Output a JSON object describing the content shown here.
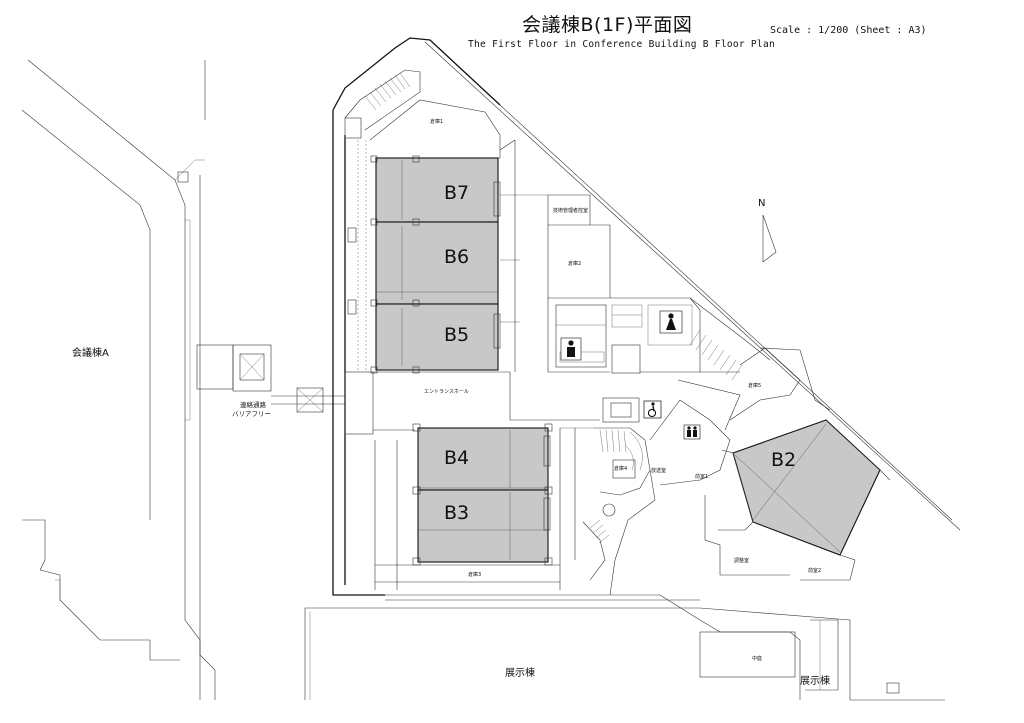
{
  "header": {
    "title": "会議棟B(1F)平面図",
    "scale": "Scale : 1/200 (Sheet : A3)",
    "subtitle": "The First Floor in Conference Building B Floor Plan"
  },
  "rooms": {
    "b7": "B7",
    "b6": "B6",
    "b5": "B5",
    "b4": "B4",
    "b3": "B3",
    "b2": "B2"
  },
  "labels": {
    "storage1": "倉庫1",
    "storage2": "倉庫2",
    "storage3": "倉庫3",
    "storage4": "倉庫4",
    "storage5": "倉庫5",
    "tech_office": "技術管理者控室",
    "entrance_hall": "エントランスホール",
    "broadcast_room": "放送室",
    "anteroom1": "前室1",
    "anteroom2": "前室2",
    "control_room": "調整室",
    "courtyard": "中庭",
    "connecting_passage": "連絡通路",
    "barrier_free": "バリアフリー",
    "building_a": "会議棟A",
    "exhibition_bottom": "展示棟",
    "exhibition_right": "展示棟",
    "north": "N"
  },
  "icons": {
    "female": "female-restroom-icon",
    "male": "male-restroom-icon",
    "wheelchair": "wheelchair-icon",
    "family": "family-restroom-icon"
  }
}
